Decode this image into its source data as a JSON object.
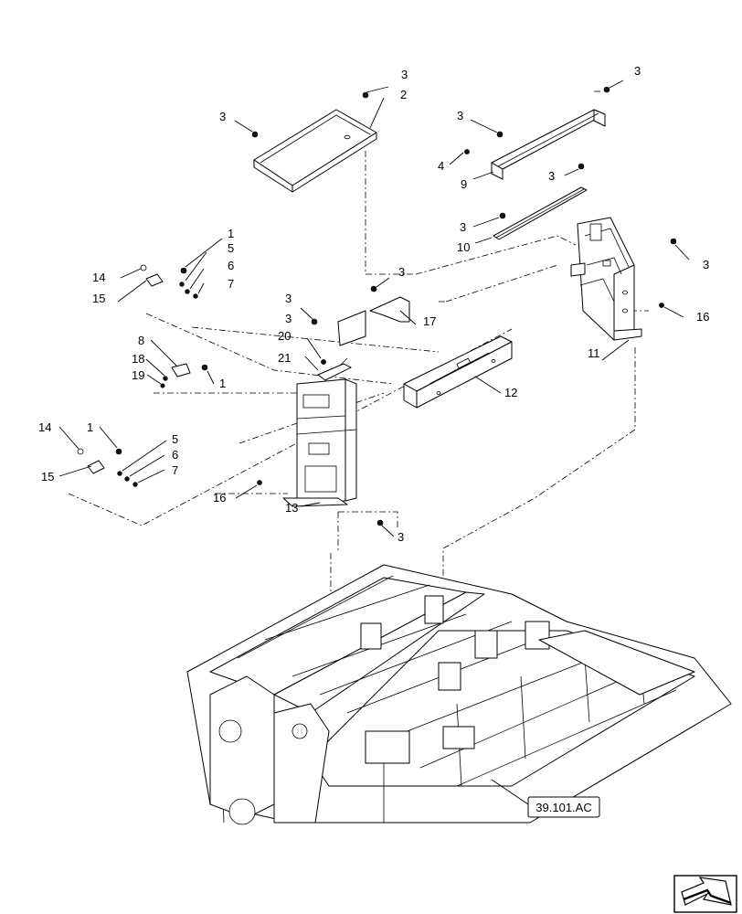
{
  "callouts": {
    "c1a": "1",
    "c1b": "1",
    "c1c": "1",
    "c2": "2",
    "c3a": "3",
    "c3b": "3",
    "c3c": "3",
    "c3d": "3",
    "c3e": "3",
    "c3f": "3",
    "c3g": "3",
    "c3h": "3",
    "c3i": "3",
    "c3j": "3",
    "c3k": "3",
    "c4": "4",
    "c5a": "5",
    "c5b": "5",
    "c6a": "6",
    "c6b": "6",
    "c7a": "7",
    "c7b": "7",
    "c8": "8",
    "c9": "9",
    "c10": "10",
    "c11": "11",
    "c12": "12",
    "c13": "13",
    "c14a": "14",
    "c14b": "14",
    "c15a": "15",
    "c15b": "15",
    "c16a": "16",
    "c16b": "16",
    "c17": "17",
    "c18": "18",
    "c19": "19",
    "c20": "20",
    "c21": "21"
  },
  "reference": {
    "label": "39.101.AC"
  }
}
